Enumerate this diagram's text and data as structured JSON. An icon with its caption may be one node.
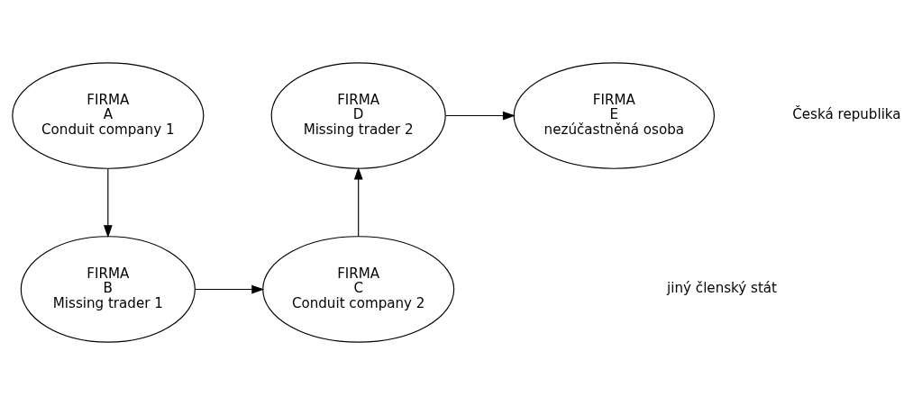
{
  "diagram": {
    "nodes": [
      {
        "text": [
          "FIRMA",
          "A",
          "Conduit company 1"
        ]
      },
      {
        "text": [
          "FIRMA",
          "B",
          "Missing trader 1"
        ]
      },
      {
        "text": [
          "FIRMA",
          "C",
          "Conduit company 2"
        ]
      },
      {
        "text": [
          "FIRMA",
          "D",
          "Missing trader 2"
        ]
      },
      {
        "text": [
          "FIRMA",
          "E",
          "nezúčastněná osoba"
        ]
      }
    ],
    "edges": [
      {
        "from": 0,
        "to": 1,
        "arrow": "to"
      },
      {
        "from": 1,
        "to": 2,
        "arrow": "to"
      },
      {
        "from": 2,
        "to": 3,
        "arrow": "to"
      },
      {
        "from": 3,
        "to": 4,
        "arrow": "to"
      }
    ],
    "labels": [
      "Česká republika",
      "jiný členský stát"
    ]
  }
}
